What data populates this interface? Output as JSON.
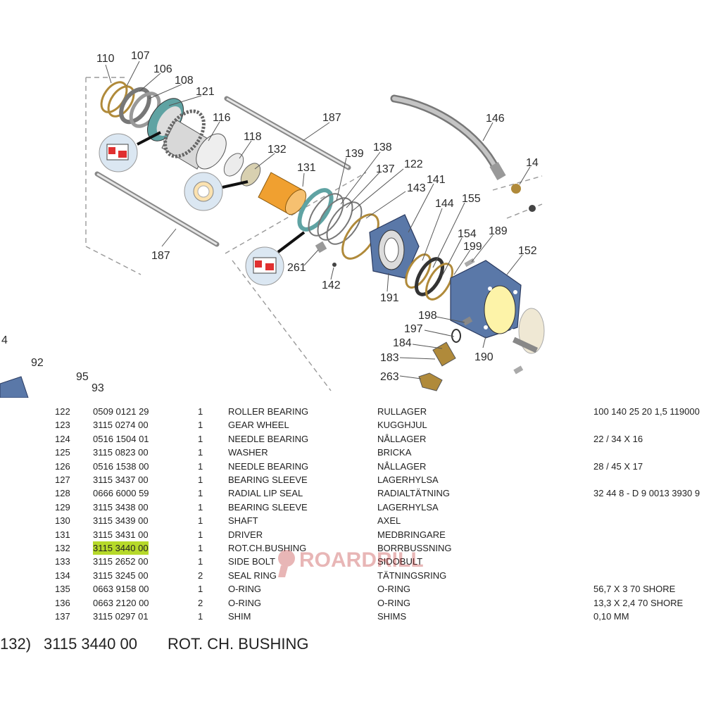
{
  "diagram": {
    "callouts": [
      "110",
      "107",
      "106",
      "108",
      "121",
      "116",
      "187",
      "146",
      "14",
      "118",
      "132",
      "139",
      "138",
      "137",
      "122",
      "131",
      "143",
      "141",
      "144",
      "155",
      "154",
      "189",
      "199",
      "152",
      "187",
      "261",
      "142",
      "191",
      "198",
      "197",
      "184",
      "183",
      "263",
      "190",
      "4",
      "92",
      "95",
      "93"
    ]
  },
  "parts_table": {
    "rows": [
      {
        "no": "122",
        "part": "0509 0121 29",
        "qty": "1",
        "name_en": "ROLLER BEARING",
        "name_sv": "RULLAGER",
        "spec": "100 140 25 20 1,5 119000"
      },
      {
        "no": "123",
        "part": "3115 0274 00",
        "qty": "1",
        "name_en": "GEAR WHEEL",
        "name_sv": "KUGGHJUL",
        "spec": ""
      },
      {
        "no": "124",
        "part": "0516 1504 01",
        "qty": "1",
        "name_en": "NEEDLE BEARING",
        "name_sv": "NÅLLAGER",
        "spec": "22 / 34 X 16"
      },
      {
        "no": "125",
        "part": "3115 0823 00",
        "qty": "1",
        "name_en": "WASHER",
        "name_sv": "BRICKA",
        "spec": ""
      },
      {
        "no": "126",
        "part": "0516 1538 00",
        "qty": "1",
        "name_en": "NEEDLE BEARING",
        "name_sv": "NÅLLAGER",
        "spec": "28 / 45 X 17"
      },
      {
        "no": "127",
        "part": "3115 3437 00",
        "qty": "1",
        "name_en": "BEARING SLEEVE",
        "name_sv": "LAGERHYLSA",
        "spec": ""
      },
      {
        "no": "128",
        "part": "0666 6000 59",
        "qty": "1",
        "name_en": "RADIAL LIP SEAL",
        "name_sv": "RADIALTÄTNING",
        "spec": "32 44 8 - D 9 0013 3930 9"
      },
      {
        "no": "129",
        "part": "3115 3438 00",
        "qty": "1",
        "name_en": "BEARING SLEEVE",
        "name_sv": "LAGERHYLSA",
        "spec": ""
      },
      {
        "no": "130",
        "part": "3115 3439 00",
        "qty": "1",
        "name_en": "SHAFT",
        "name_sv": "AXEL",
        "spec": ""
      },
      {
        "no": "131",
        "part": "3115 3431 00",
        "qty": "1",
        "name_en": "DRIVER",
        "name_sv": "MEDBRINGARE",
        "spec": ""
      },
      {
        "no": "132",
        "part": "3115 3440 00",
        "qty": "1",
        "name_en": "ROT.CH.BUSHING",
        "name_sv": "BORRBUSSNING",
        "spec": ""
      },
      {
        "no": "133",
        "part": "3115 2652 00",
        "qty": "1",
        "name_en": "SIDE BOLT",
        "name_sv": "SIDOBULT",
        "spec": ""
      },
      {
        "no": "134",
        "part": "3115 3245 00",
        "qty": "2",
        "name_en": "SEAL RING",
        "name_sv": "TÄTNINGSRING",
        "spec": ""
      },
      {
        "no": "135",
        "part": "0663 9158 00",
        "qty": "1",
        "name_en": "O-RING",
        "name_sv": "O-RING",
        "spec": "56,7 X 3  70 SHORE"
      },
      {
        "no": "136",
        "part": "0663 2120 00",
        "qty": "2",
        "name_en": "O-RING",
        "name_sv": "O-RING",
        "spec": "13,3 X 2,4  70 SHORE"
      },
      {
        "no": "137",
        "part": "3115 0297 01",
        "qty": "1",
        "name_en": "SHIM",
        "name_sv": "SHIMS",
        "spec": "0,10 MM"
      }
    ]
  },
  "highlight_color": "#b6d92a",
  "watermark": {
    "text": "ROARDRILL"
  },
  "caption": {
    "index": "132)",
    "part": "3115 3440 00",
    "name": "ROT. CH. BUSHING"
  }
}
